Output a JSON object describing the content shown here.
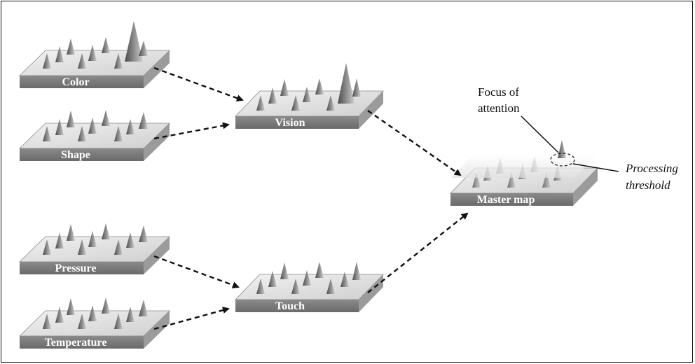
{
  "diagram": {
    "feature_maps": [
      {
        "id": "color",
        "label": "Color"
      },
      {
        "id": "shape",
        "label": "Shape"
      },
      {
        "id": "pressure",
        "label": "Pressure"
      },
      {
        "id": "temperature",
        "label": "Temperature"
      }
    ],
    "modality_maps": [
      {
        "id": "vision",
        "label": "Vision"
      },
      {
        "id": "touch",
        "label": "Touch"
      }
    ],
    "master_map": {
      "label": "Master map"
    },
    "annotations": {
      "focus_line1": "Focus of",
      "focus_line2": "attention",
      "threshold_line1": "Processing",
      "threshold_line2": "threshold"
    }
  }
}
